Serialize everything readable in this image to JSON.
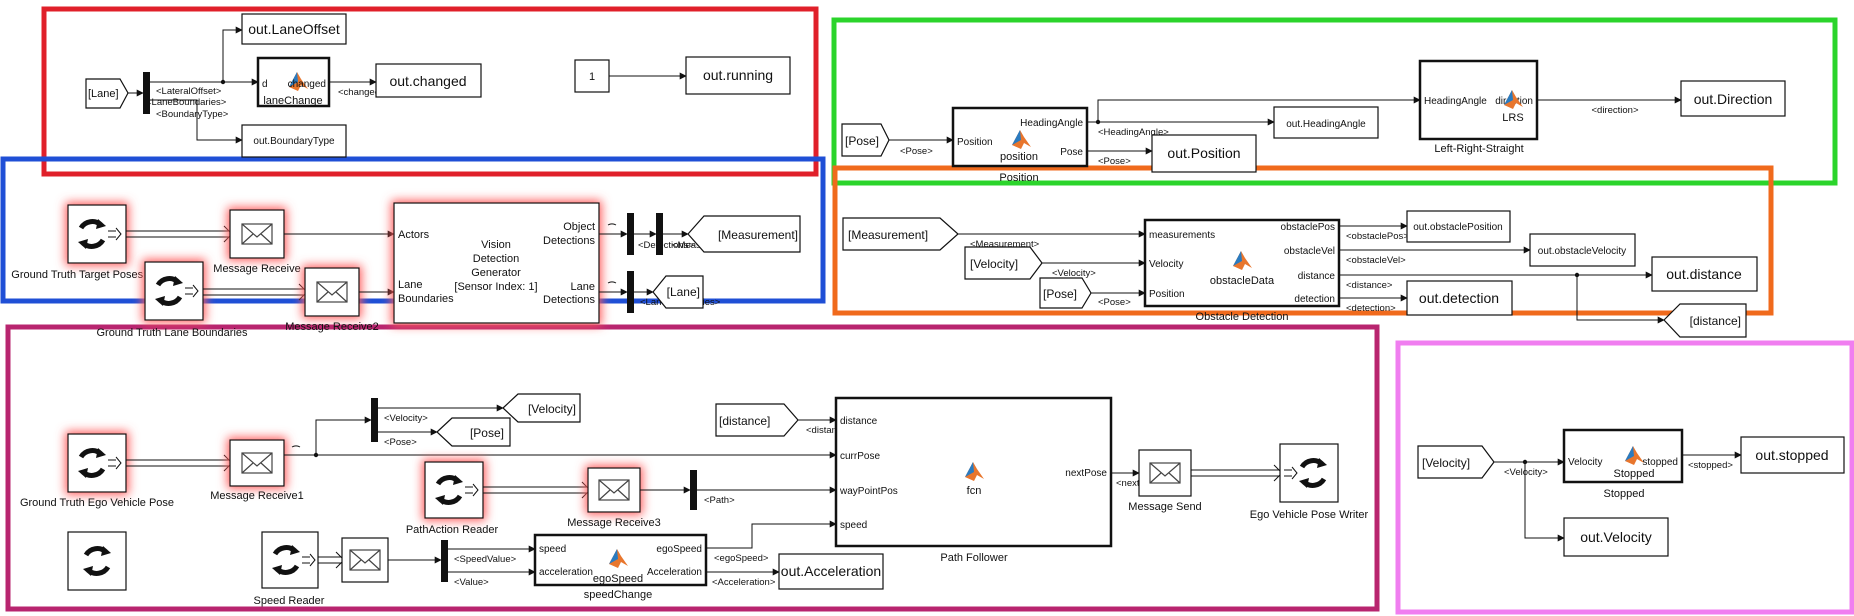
{
  "colors": {
    "group_red": "#e0202a",
    "group_green": "#2bd42b",
    "group_blue": "#1f4fd6",
    "group_orange": "#f06a1c",
    "group_purple": "#b8256f",
    "group_pink": "#f07ef0",
    "glow": "#ff6f6f",
    "line": "#111111"
  },
  "lane": {
    "from_lane": "[Lane]",
    "sig_lateral": "<LateralOffset>",
    "sig_boundaries": "<LaneBoundaries>",
    "sig_type": "<BoundaryType>",
    "out_laneoffset": "out.LaneOffset",
    "out_boundarytype": "out.BoundaryType",
    "lanechange_in": "d",
    "lanechange_out": "changed",
    "lanechange_name": "laneChange",
    "sig_changed": "<changed>",
    "out_changed": "out.changed",
    "const_value": "1",
    "out_running": "out.running"
  },
  "pose": {
    "from_pose": "[Pose]",
    "sig_pose": "<Pose>",
    "pos_in": "Position",
    "pos_out_heading": "HeadingAngle",
    "pos_out_pose": "Pose",
    "pos_inner": "position",
    "pos_name": "Position",
    "sig_heading": "<HeadingAngle>",
    "sig_pose2": "<Pose>",
    "out_heading": "out.HeadingAngle",
    "out_position": "out.Position",
    "lrs_in": "HeadingAngle",
    "lrs_out": "direction",
    "lrs_inner": "LRS",
    "lrs_name": "Left-Right-Straight",
    "sig_direction": "<direction>",
    "out_direction": "out.Direction"
  },
  "vision": {
    "src_target": "Ground Truth Target Poses - Vision",
    "src_lane": "Ground Truth Lane Boundaries",
    "msg_receive": "Message Receive",
    "msg_receive2": "Message Receive2",
    "gen_in_actors": "Actors",
    "gen_in_lane_1": "Lane",
    "gen_in_lane_2": "Boundaries",
    "gen_title_1": "Vision",
    "gen_title_2": "Detection",
    "gen_title_3": "Generator",
    "gen_title_4": "[Sensor Index: 1]",
    "gen_out_obj_1": "Object",
    "gen_out_obj_2": "Detections",
    "gen_out_lane_1": "Lane",
    "gen_out_lane_2": "Detections",
    "sig_detections": "<Detections>",
    "sig_measurement": "<Measurement>",
    "goto_measurement": "[Measurement]",
    "sig_laneboundaries": "<LaneBoundaries>",
    "goto_lane": "[Lane]"
  },
  "obstacle": {
    "from_measurement": "[Measurement]",
    "sig_measurement": "<Measurement>",
    "from_velocity": "[Velocity]",
    "sig_velocity": "<Velocity>",
    "from_pose": "[Pose]",
    "sig_pose": "<Pose>",
    "in_measurements": "measurements",
    "in_velocity": "Velocity",
    "in_position": "Position",
    "out_pos": "obstaclePos",
    "out_vel": "obstacleVel",
    "out_distance": "distance",
    "out_detection": "detection",
    "inner": "obstacleData",
    "name": "Obstacle Detection",
    "sig_obstaclepos": "<obstaclePos>",
    "sig_obstaclevel": "<obstacleVel>",
    "sig_distance": "<distance>",
    "sig_detection": "<detection>",
    "o_obstaclepos": "out.obstaclePosition",
    "o_obstaclevel": "out.obstacleVelocity",
    "o_distance": "out.distance",
    "o_detection": "out.detection",
    "goto_distance": "[distance]"
  },
  "path": {
    "src_ego": "Ground Truth Ego Vehicle Pose",
    "msg_receive1": "Message Receive1",
    "sig_velocity": "<Velocity>",
    "goto_velocity": "[Velocity]",
    "sig_pose": "<Pose>",
    "goto_pose": "[Pose]",
    "from_distance": "[distance]",
    "sig_distance": "<distance>",
    "src_pathaction": "PathAction Reader",
    "msg_receive3": "Message Receive3",
    "sig_path": "<Path>",
    "src_speed": "Speed Reader",
    "sig_speedvalue": "<SpeedValue>",
    "sig_value": "<Value>",
    "sc_in_speed": "speed",
    "sc_in_accel": "acceleration",
    "sc_out_ego": "egoSpeed",
    "sc_out_accel": "Acceleration",
    "sc_inner": "egoSpeed",
    "sc_name": "speedChange",
    "sig_egospeed": "<egoSpeed>",
    "sig_acceleration": "<Acceleration>",
    "out_acceleration": "out.Acceleration",
    "pf_in_distance": "distance",
    "pf_in_currpose": "currPose",
    "pf_in_waypoint": "wayPointPos",
    "pf_in_speed": "speed",
    "pf_out": "nextPose",
    "pf_inner": "fcn",
    "pf_name": "Path Follower",
    "sig_nextpose": "<nextPose>",
    "msg_send": "Message Send",
    "writer": "Ego Vehicle Pose Writer"
  },
  "stopped": {
    "from_velocity": "[Velocity]",
    "sig_velocity": "<Velocity>",
    "in_velocity": "Velocity",
    "out_stopped": "stopped",
    "inner": "Stopped",
    "name": "Stopped",
    "sig_stopped": "<stopped>",
    "out_stopped_blk": "out.stopped",
    "out_velocity": "out.Velocity"
  }
}
